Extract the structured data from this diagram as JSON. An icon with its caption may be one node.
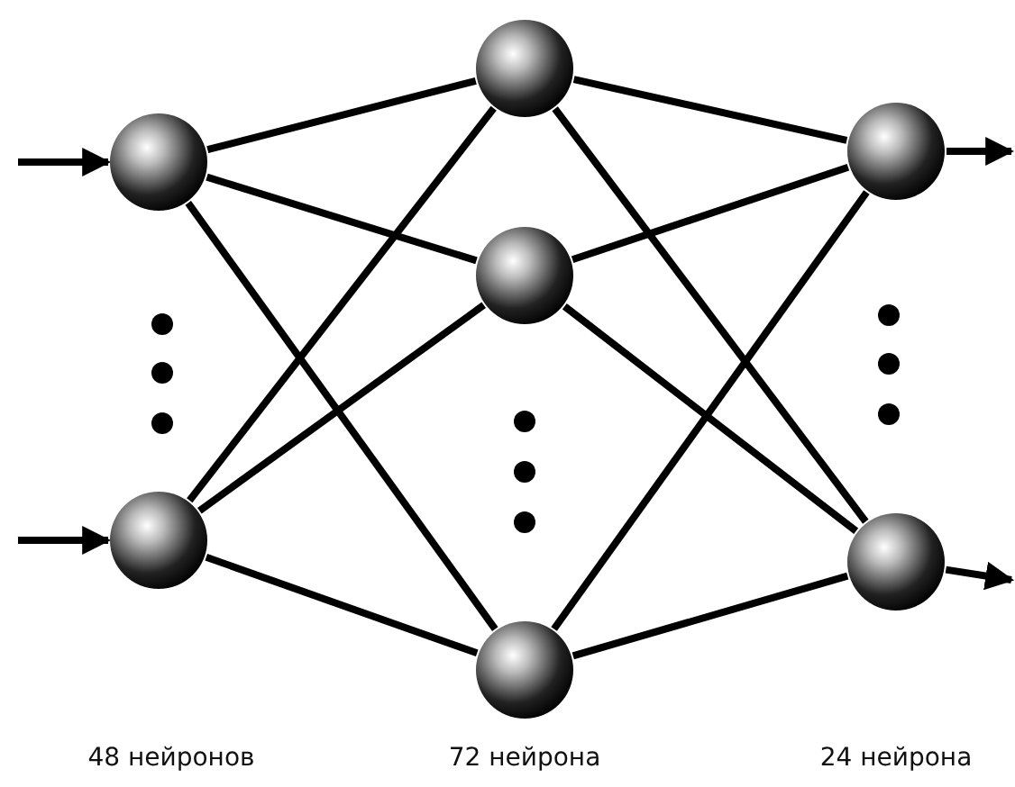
{
  "diagram": {
    "nodes": [
      {
        "text": [],
        "shape": "circle"
      },
      {
        "text": [],
        "shape": "circle"
      },
      {
        "text": [],
        "shape": "circle"
      },
      {
        "text": [],
        "shape": "circle"
      },
      {
        "text": [],
        "shape": "circle"
      },
      {
        "text": [],
        "shape": "circle"
      },
      {
        "text": [],
        "shape": "circle"
      }
    ],
    "edges": [
      {
        "from": null,
        "to": 0,
        "arrow": "to"
      },
      {
        "from": null,
        "to": 1,
        "arrow": "to"
      },
      {
        "from": 0,
        "to": 2,
        "arrow": "none"
      },
      {
        "from": 0,
        "to": 3,
        "arrow": "none"
      },
      {
        "from": 0,
        "to": 4,
        "arrow": "none"
      },
      {
        "from": 1,
        "to": 2,
        "arrow": "none"
      },
      {
        "from": 1,
        "to": 3,
        "arrow": "none"
      },
      {
        "from": 1,
        "to": 4,
        "arrow": "none"
      },
      {
        "from": 2,
        "to": 5,
        "arrow": "none"
      },
      {
        "from": 2,
        "to": 6,
        "arrow": "none"
      },
      {
        "from": 3,
        "to": 5,
        "arrow": "none"
      },
      {
        "from": 3,
        "to": 6,
        "arrow": "none"
      },
      {
        "from": 4,
        "to": 5,
        "arrow": "none"
      },
      {
        "from": 4,
        "to": 6,
        "arrow": "none"
      },
      {
        "from": 5,
        "to": null,
        "arrow": "to"
      },
      {
        "from": 6,
        "to": null,
        "arrow": "to"
      }
    ],
    "labels": [
      "48 нейронов",
      "72 нейрона",
      "24 нейрона"
    ]
  }
}
